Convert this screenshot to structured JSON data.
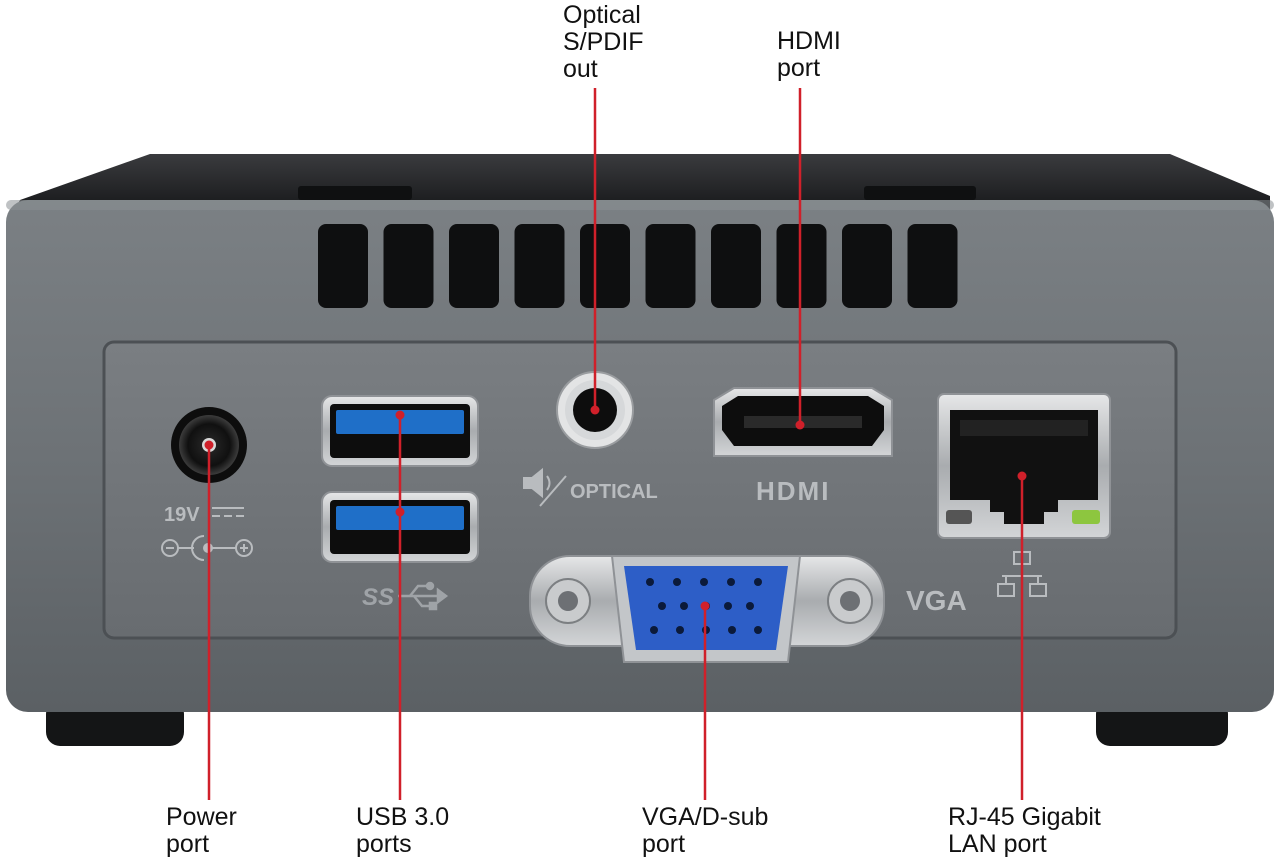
{
  "colors": {
    "body_gray": "#6f7478",
    "lid_black": "#1c1d1f",
    "usb_blue": "#1f6fc8",
    "vga_blue": "#2d5ec7",
    "leader_red": "#d0202a",
    "led_green": "#8dc63f"
  },
  "device": {
    "power_rating": "19V",
    "usb_logo": "SS",
    "optical_label": "OPTICAL",
    "hdmi_label": "HDMI",
    "vga_label": "VGA"
  },
  "icons": [
    "speaker-icon",
    "usb-trident-icon",
    "dc-polarity-icon",
    "network-icon"
  ],
  "callouts": {
    "optical": [
      "Optical",
      "S/PDIF",
      "out"
    ],
    "hdmi": [
      "HDMI",
      "port"
    ],
    "power": [
      "Power",
      "port"
    ],
    "usb": [
      "USB 3.0",
      "ports"
    ],
    "vga": [
      "VGA/D-sub",
      "port"
    ],
    "lan": [
      "RJ-45 Gigabit",
      "LAN port"
    ]
  }
}
